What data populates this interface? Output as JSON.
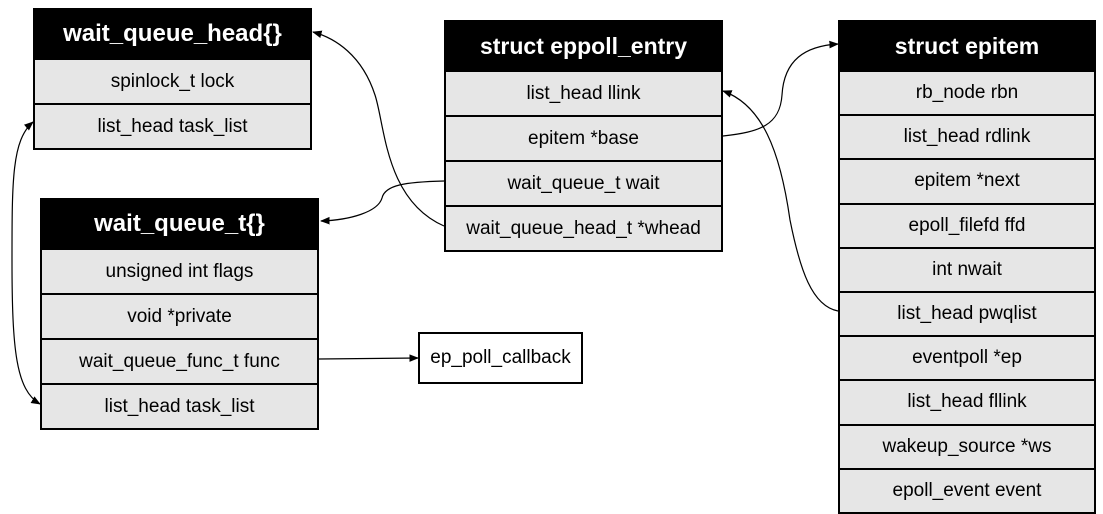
{
  "structs": {
    "wait_queue_head": {
      "title": "wait_queue_head{}",
      "fields": [
        "spinlock_t lock",
        "list_head task_list"
      ]
    },
    "wait_queue_t": {
      "title": "wait_queue_t{}",
      "fields": [
        "unsigned int flags",
        "void *private",
        "wait_queue_func_t func",
        "list_head task_list"
      ]
    },
    "eppoll_entry": {
      "title": "struct eppoll_entry",
      "fields": [
        "list_head llink",
        "epitem *base",
        "wait_queue_t wait",
        "wait_queue_head_t *whead"
      ]
    },
    "epitem": {
      "title": "struct epitem",
      "fields": [
        "rb_node rbn",
        "list_head rdlink",
        "epitem *next",
        "epoll_filefd ffd",
        "int nwait",
        "list_head pwqlist",
        "eventpoll *ep",
        "list_head fllink",
        "wakeup_source *ws",
        "epoll_event event"
      ]
    }
  },
  "callback": {
    "label": "ep_poll_callback"
  }
}
